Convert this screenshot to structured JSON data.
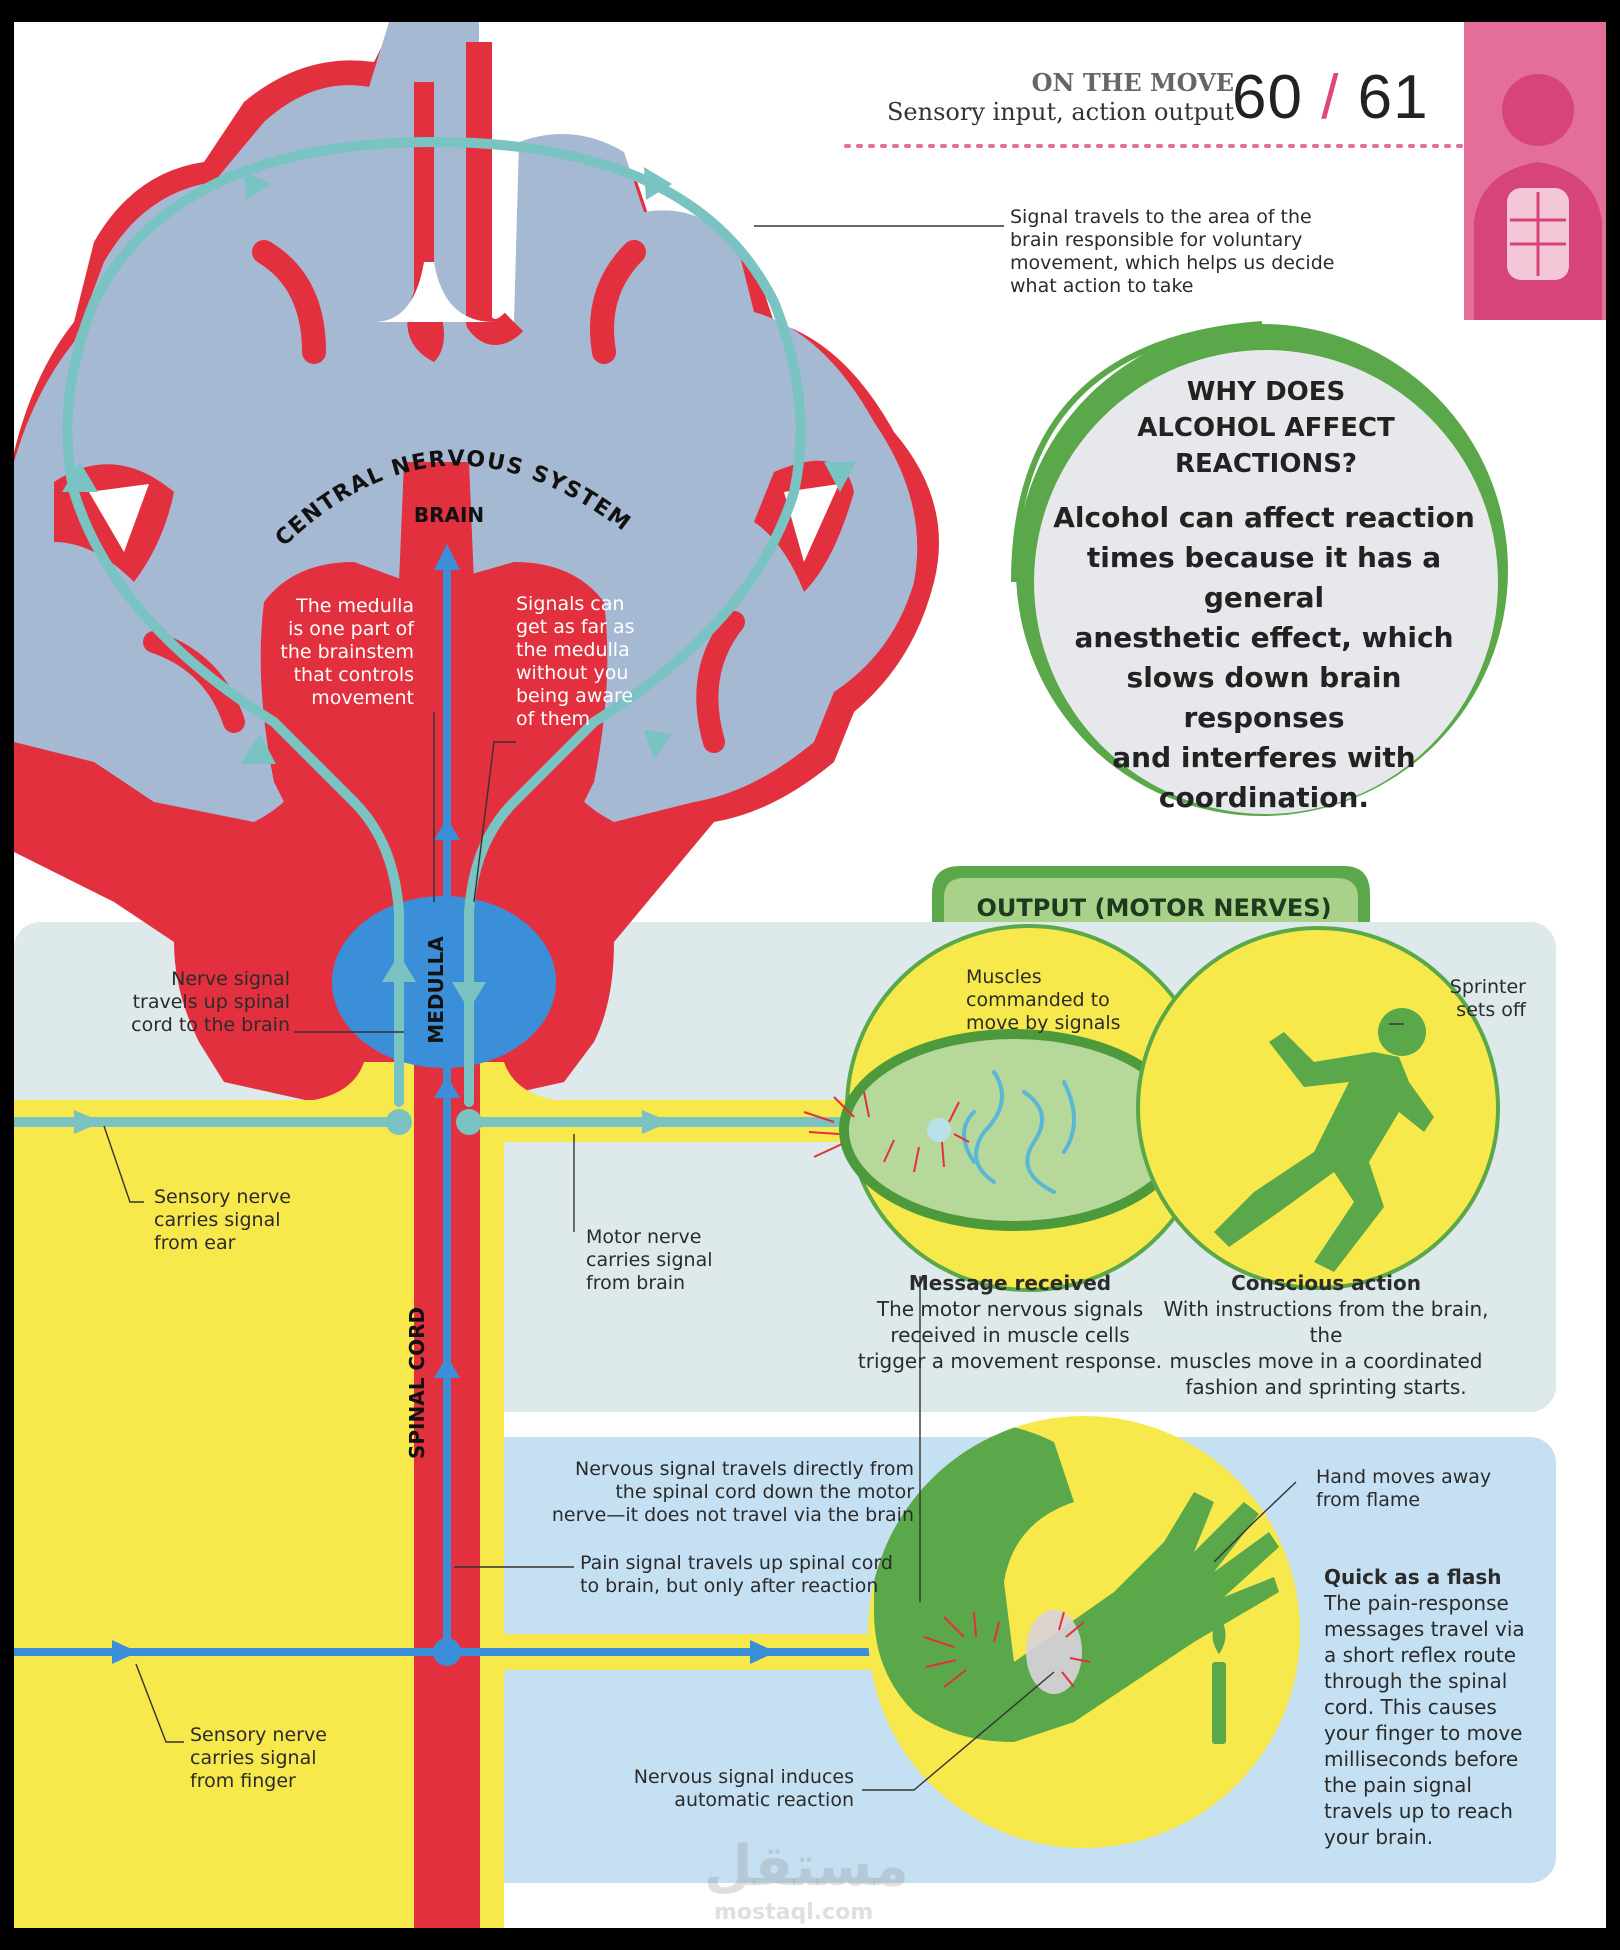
{
  "header": {
    "section": "ON THE MOVE",
    "subtitle": "Sensory input, action output",
    "page_left": "60",
    "page_sep": "/",
    "page_right": "61"
  },
  "colors": {
    "brain_tissue": "#e3303f",
    "brain_fill": "#a6b9d3",
    "signal_teal": "#79c3c2",
    "signal_blue": "#3b8fd8",
    "nerve_yellow": "#f7e84c",
    "callout_green": "#5aa84a",
    "accent_pink": "#e0467c",
    "panel_upper": "#dde9ea",
    "panel_lower": "#c5e0f3"
  },
  "labels": {
    "cns": "CENTRAL NERVOUS SYSTEM",
    "brain": "BRAIN",
    "medulla": "MEDULLA",
    "spinal_cord": "SPINAL CORD",
    "output": "OUTPUT (MOTOR NERVES)"
  },
  "callout": {
    "title_lines": [
      "WHY DOES",
      "ALCOHOL AFFECT",
      "REACTIONS?"
    ],
    "body_lines": [
      "Alcohol can affect reaction",
      "times because it has a general",
      "anesthetic effect, which",
      "slows down brain responses",
      "and interferes with",
      "coordination."
    ]
  },
  "annotations": {
    "voluntary": [
      "Signal travels to the area of the",
      "brain responsible for voluntary",
      "movement, which helps us decide",
      "what action to take"
    ],
    "medulla_part": [
      "The medulla",
      "is one part of",
      "the brainstem",
      "that controls",
      "movement"
    ],
    "signals_medulla": [
      "Signals can",
      "get as far as",
      "the medulla",
      "without you",
      "being aware",
      "of them"
    ],
    "nerve_up": [
      "Nerve signal",
      "travels up spinal",
      "cord to the brain"
    ],
    "sensory_ear": [
      "Sensory nerve",
      "carries signal",
      "from ear"
    ],
    "motor_brain": [
      "Motor nerve",
      "carries signal",
      "from brain"
    ],
    "muscles": [
      "Muscles",
      "commanded to",
      "move by signals"
    ],
    "sprinter": [
      "Sprinter",
      "sets off"
    ],
    "message_title": "Message received",
    "message_body": [
      "The motor nervous signals",
      "received in muscle cells",
      "trigger a movement response."
    ],
    "conscious_title": "Conscious action",
    "conscious_body": [
      "With instructions from the brain, the",
      "muscles move in a coordinated",
      "fashion and sprinting starts."
    ],
    "direct": [
      "Nervous signal travels directly from",
      "the spinal cord down the motor",
      "nerve—it does not travel via the brain"
    ],
    "pain_up": [
      "Pain signal travels up spinal cord",
      "to brain, but only after reaction"
    ],
    "hand_moves": [
      "Hand moves away",
      "from flame"
    ],
    "quick_title": "Quick as a flash",
    "quick_body": [
      "The pain-response",
      "messages travel via",
      "a short reflex route",
      "through the spinal",
      "cord. This causes",
      "your finger to move",
      "milliseconds before",
      "the pain signal",
      "travels up to reach",
      "your brain."
    ],
    "sensory_finger": [
      "Sensory nerve",
      "carries signal",
      "from finger"
    ],
    "automatic": [
      "Nervous signal induces",
      "automatic reaction"
    ]
  },
  "watermark": {
    "arabic": "مستقل",
    "latin": "mostaql.com"
  }
}
